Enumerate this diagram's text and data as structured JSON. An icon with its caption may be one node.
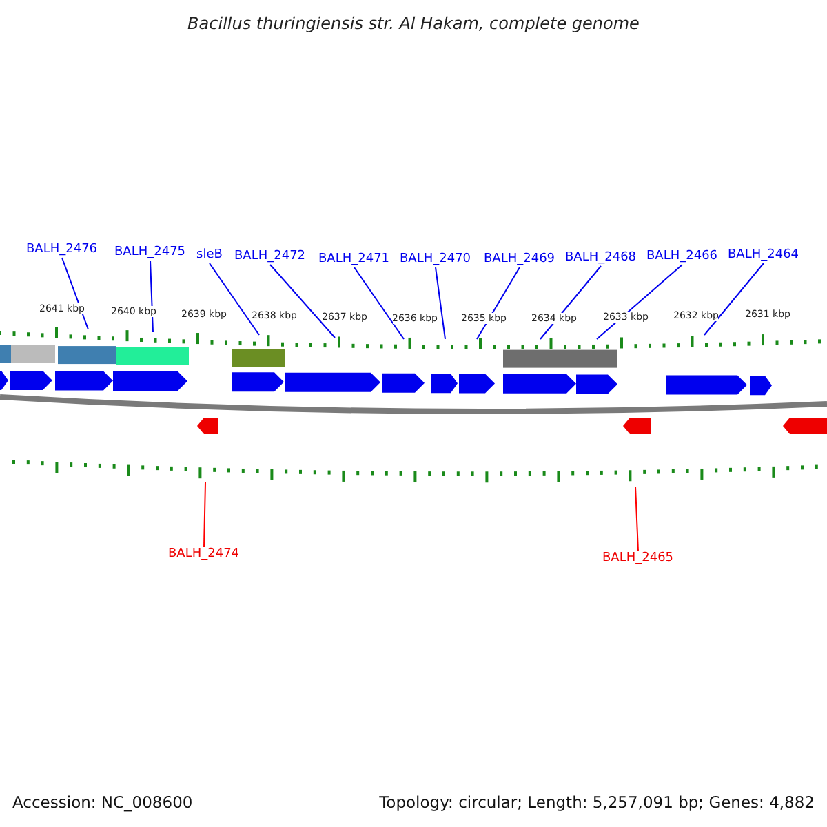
{
  "diagram": {
    "title": "Bacillus thuringiensis str. Al Hakam, complete genome",
    "nodes": [
      {
        "text": [
          "BALH_2476"
        ]
      },
      {
        "text": [
          "BALH_2475"
        ]
      },
      {
        "text": [
          "sleB"
        ]
      },
      {
        "text": [
          "BALH_2472"
        ]
      },
      {
        "text": [
          "BALH_2471"
        ]
      },
      {
        "text": [
          "BALH_2470"
        ]
      },
      {
        "text": [
          "BALH_2469"
        ]
      },
      {
        "text": [
          "BALH_2468"
        ]
      },
      {
        "text": [
          "BALH_2466"
        ]
      },
      {
        "text": [
          "BALH_2464"
        ]
      },
      {
        "text": [
          "BALH_2474"
        ]
      },
      {
        "text": [
          "BALH_2465"
        ]
      }
    ],
    "edges": [
      {
        "from": 0,
        "to": null,
        "arrow": "none"
      },
      {
        "from": 1,
        "to": null,
        "arrow": "none"
      },
      {
        "from": 2,
        "to": null,
        "arrow": "none"
      },
      {
        "from": 3,
        "to": null,
        "arrow": "none"
      },
      {
        "from": 4,
        "to": null,
        "arrow": "none"
      },
      {
        "from": 5,
        "to": null,
        "arrow": "none"
      },
      {
        "from": 6,
        "to": null,
        "arrow": "none"
      },
      {
        "from": 7,
        "to": null,
        "arrow": "none"
      },
      {
        "from": 8,
        "to": null,
        "arrow": "none"
      },
      {
        "from": 9,
        "to": null,
        "arrow": "none"
      },
      {
        "from": 10,
        "to": null,
        "arrow": "none",
        "color": "#ff0000"
      },
      {
        "from": 11,
        "to": null,
        "arrow": "none",
        "color": "#ff0000"
      }
    ],
    "labels": [
      "2641 kbp",
      "2640 kbp",
      "2639 kbp",
      "2638 kbp",
      "2637 kbp",
      "2636 kbp",
      "2635 kbp",
      "2634 kbp",
      "2633 kbp",
      "2632 kbp",
      "2631 kbp",
      "Accession: NC_008600",
      "Topology: circular; Length: 5,257,091 bp; Genes: 4,882"
    ]
  }
}
